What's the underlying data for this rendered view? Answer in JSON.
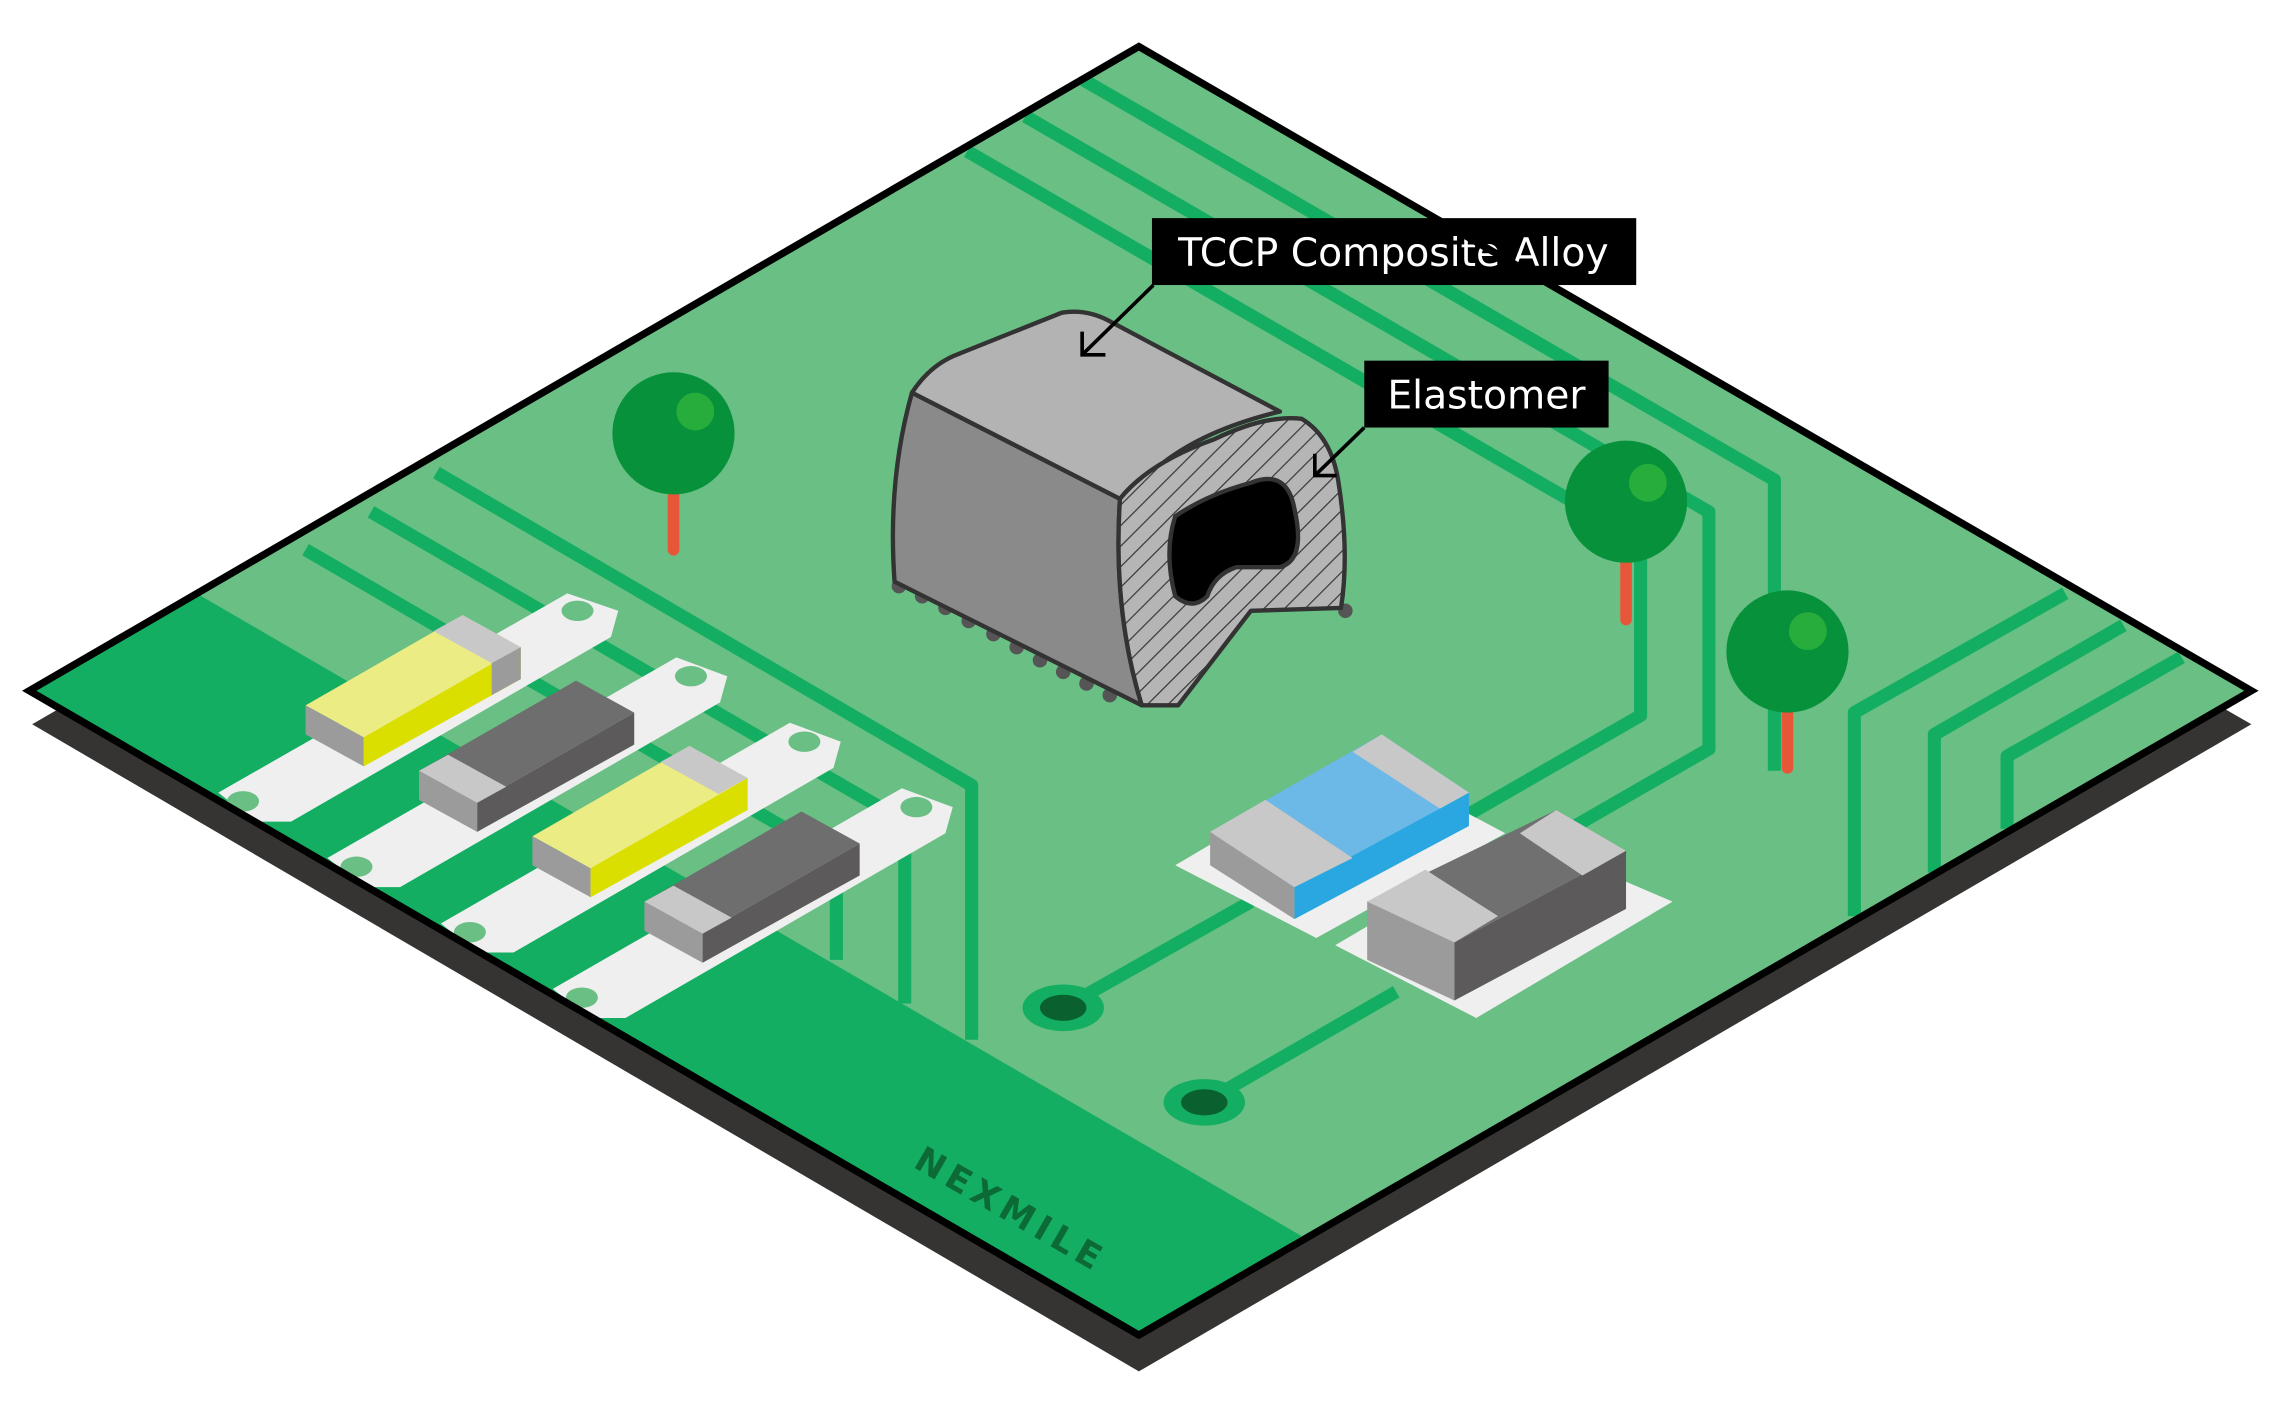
{
  "labels": {
    "alloy": "TCCP Composite Alloy",
    "elastomer": "Elastomer"
  },
  "logo": "NEXMILE",
  "colors": {
    "board": "#69bf84",
    "trace": "#14ae62",
    "tree": "#07913a",
    "trunk": "#e8563a",
    "blue": "#2aa7e0",
    "yellow": "#dadf00"
  }
}
